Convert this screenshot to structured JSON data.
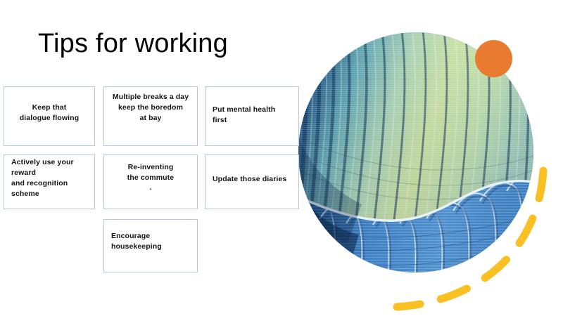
{
  "slide": {
    "title": "Tips for working",
    "background_color": "#FFFFFF"
  },
  "tips": [
    {
      "id": "tip-1",
      "text": "Keep that\ndialogue flowing",
      "align": "center"
    },
    {
      "id": "tip-2",
      "text": "Multiple breaks a day\nkeep the boredom\nat bay",
      "align": "center"
    },
    {
      "id": "tip-3",
      "text": "Put mental health first",
      "align": "left"
    },
    {
      "id": "tip-4",
      "text": "Actively use your reward\nand recognition scheme",
      "align": "left"
    },
    {
      "id": "tip-5",
      "text": "Re-inventing\nthe commute\n.",
      "align": "center"
    },
    {
      "id": "tip-6",
      "text": "Update those diaries",
      "align": "left"
    },
    {
      "id": "tip-7",
      "text": "Encourage  housekeeping",
      "align": "left"
    }
  ],
  "decor": {
    "picture_circle_alt": "curved architectural facade photo, blue to green gradient stripes",
    "orange_dot_color": "#E87B30",
    "yellow_dash_color": "#F9C023",
    "box_border_color": "#B6C6DD",
    "text_color": "#141414",
    "photo_palette": {
      "deep_navy": "#12315E",
      "mid_blue": "#2E6DA8",
      "teal": "#6FB3B8",
      "light_green": "#C3E0A4",
      "pale_mint": "#DCEFC8",
      "roof_blue": "#3E7FC1",
      "white_edge": "#EDF3F7"
    }
  }
}
